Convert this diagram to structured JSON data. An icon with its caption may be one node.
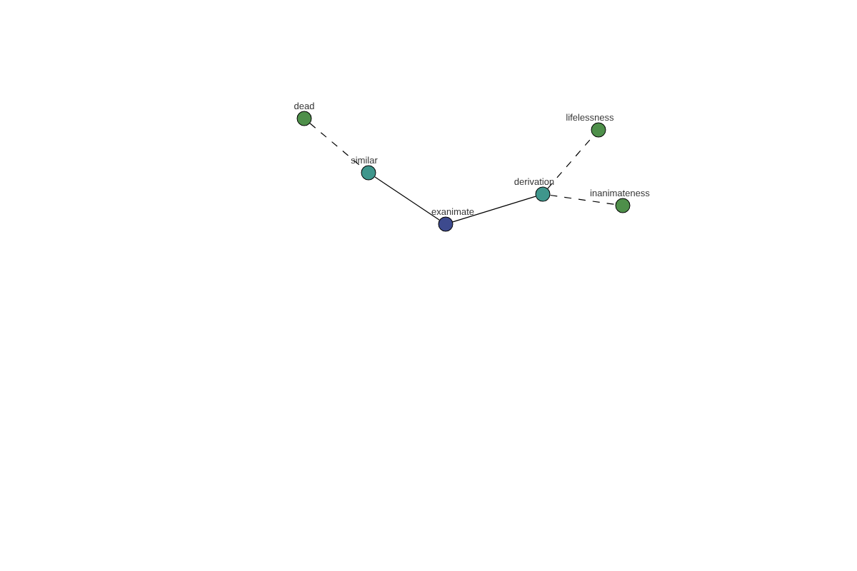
{
  "diagram": {
    "nodes": [
      {
        "text": [
          "dead"
        ]
      },
      {
        "text": [
          "similar"
        ]
      },
      {
        "text": [
          "exanimate"
        ]
      },
      {
        "text": [
          "derivation"
        ]
      },
      {
        "text": [
          "lifelessness"
        ]
      },
      {
        "text": [
          "inanimateness"
        ]
      }
    ],
    "edges": [
      {
        "from": 0,
        "to": 1,
        "arrow": "none",
        "style": "dashed"
      },
      {
        "from": 1,
        "to": 2,
        "arrow": "none"
      },
      {
        "from": 2,
        "to": 3,
        "arrow": "none"
      },
      {
        "from": 3,
        "to": 4,
        "arrow": "none",
        "style": "dashed"
      },
      {
        "from": 3,
        "to": 5,
        "arrow": "none",
        "style": "dashed"
      }
    ]
  }
}
